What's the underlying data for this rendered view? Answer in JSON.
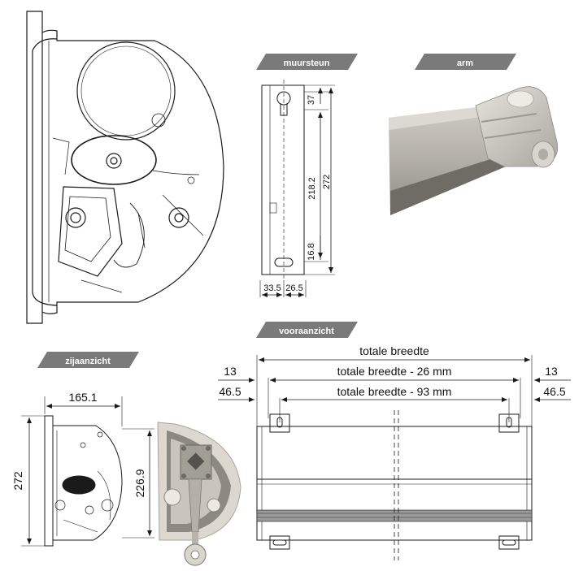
{
  "labels": {
    "muursteun": "muursteun",
    "arm": "arm",
    "vooraanzicht": "vooraanzicht",
    "zijaanzicht": "zijaanzicht"
  },
  "muursteun_dims": {
    "top": "37",
    "middle": "218.2",
    "total": "272",
    "bottom": "16.8",
    "width_left": "33.5",
    "width_right": "26.5"
  },
  "vooraanzicht_dims": {
    "total": "totale breedte",
    "minus26": "totale breedte - 26 mm",
    "minus93": "totale breedte - 93 mm",
    "left13": "13",
    "right13": "13",
    "left46": "46.5",
    "right46": "46.5"
  },
  "zijaanzicht_dims": {
    "width": "165.1",
    "height": "272",
    "inner_height": "226.9"
  },
  "colors": {
    "tag_bg": "#7a7a7a",
    "line": "#1a1a1a",
    "photo_grey": "#b9b7b1"
  }
}
